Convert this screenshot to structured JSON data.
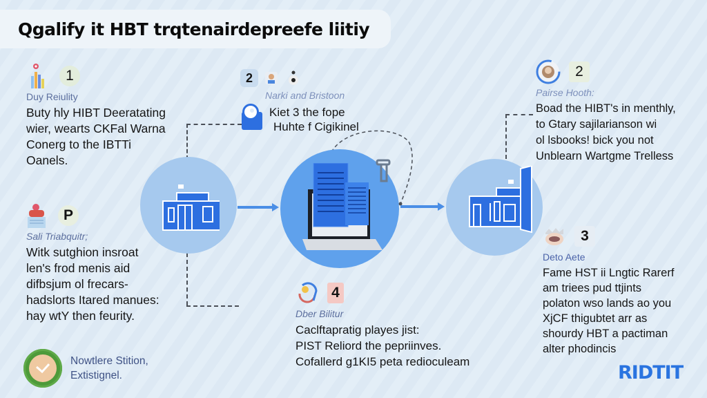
{
  "title": "Qgalify it HBT trqtenairdepreefe liitiy",
  "steps": [
    {
      "id": "step-1",
      "number": "1",
      "icon": "bar-chart-pin-icon",
      "subtitle": "Duy Reiulity",
      "body": [
        "Buty hly HIBT Deeratating",
        "wier, wearts CKFal Warna",
        "Conerg to the IBTTi",
        "Oanels."
      ]
    },
    {
      "id": "step-2-top",
      "number": "2",
      "icon": "profile-lock-icon",
      "subtitle": "Narki and Bristoon",
      "body": [
        "Kiet 3 the fope",
        "Huhte f Cigikinel"
      ]
    },
    {
      "id": "step-2-right",
      "number": "2",
      "icon": "avatar-ring-icon",
      "subtitle": "Pairse Hooth:",
      "body": [
        "Boad the HIBT's in menthly,",
        "to Gtary sajilarianson wi",
        "ol lsbooks! bick you not",
        "Unblearn Wartgme Trelless"
      ]
    },
    {
      "id": "step-left-bottom",
      "number": "P",
      "icon": "people-stack-icon",
      "subtitle": "Sali Triabquitr;",
      "body": [
        "Witk sutghion insroat",
        "len's frod menis aid",
        "difbsjum ol frecars-",
        "hadslorts Itared manues:",
        "hay wtY then feurity."
      ]
    },
    {
      "id": "step-center-bottom",
      "number": "4",
      "icon": "cycle-sun-icon",
      "subtitle": "Dber Bilitur",
      "body": [
        "Caclftapratig playes jist:",
        "PIST Reliord the pepriinves.",
        "Cofallerd g1KI5 peta redioculeam"
      ]
    },
    {
      "id": "step-3",
      "number": "3",
      "icon": "crown-face-icon",
      "subtitle": "Deto Aete",
      "body": [
        "Fame HST ii Lngtic Rarerf",
        "am triees pud ttjints",
        "polaton wso lands ao you",
        "XjCF thigubtet arr as",
        "shourdy HBT a pactiman",
        "alter phodincis"
      ]
    }
  ],
  "badge": {
    "icon": "check-seal-icon",
    "line1": "Nowtlere Stition,",
    "line2": "Extistignel."
  },
  "logo": "RIDTIT",
  "colors": {
    "accent": "#2a74e0",
    "circle_light": "#a6c9ee",
    "circle_mid": "#5fa1ec",
    "building_blue": "#2d6fe0",
    "subtitle": "#5c6f9e",
    "badge_green": "#4d9a3a"
  }
}
